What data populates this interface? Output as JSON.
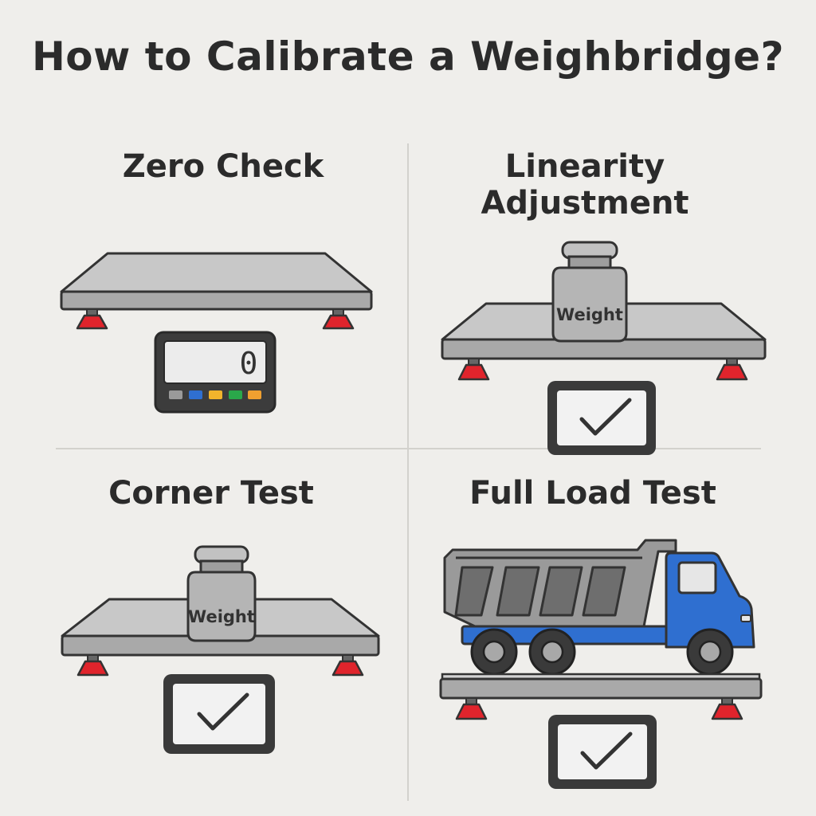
{
  "title": "How to Calibrate a Weighbridge?",
  "steps": [
    {
      "heading_lines": [
        "Zero Check"
      ],
      "display_value": "0"
    },
    {
      "heading_lines": [
        "Linearity",
        "Adjustment"
      ],
      "weight_label": "Weight"
    },
    {
      "heading_lines": [
        "Corner Test"
      ],
      "weight_label": "Weight"
    },
    {
      "heading_lines": [
        "Full Load Test"
      ]
    }
  ],
  "icons": {
    "platform": "weighbridge-platform-icon",
    "foot": "red-support-foot-icon",
    "indicator": "digital-indicator-icon",
    "check": "checkmark-icon",
    "weight": "test-weight-icon",
    "truck": "dump-truck-icon"
  },
  "colors": {
    "background": "#efeeeb",
    "outline": "#333333",
    "platform": "#bdbdbd",
    "foot": "#e0242c",
    "truck_cab": "#2f6fd0",
    "button_blue": "#2f6fd0",
    "button_yellow": "#f2b42c",
    "button_green": "#2aa84a",
    "button_orange": "#f0a030"
  }
}
